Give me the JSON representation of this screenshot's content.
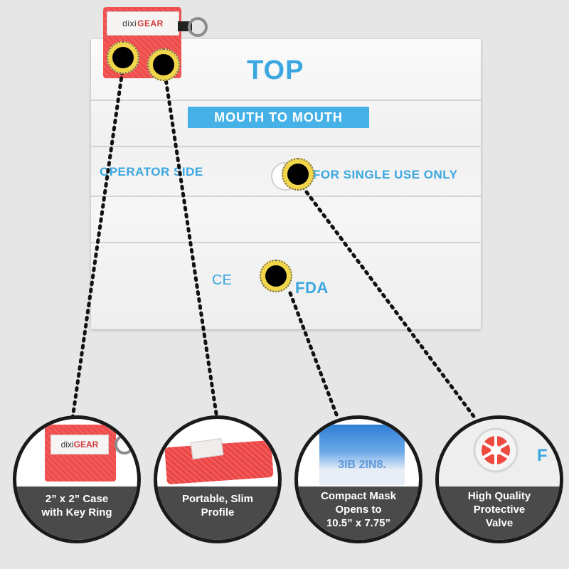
{
  "brand": {
    "name_part1": "dixi",
    "name_part2": "GEAR"
  },
  "sheet": {
    "top": "TOP",
    "mouth_to_mouth": "MOUTH TO MOUTH",
    "operator_side": "OPERATOR SIDE",
    "single_use": "FOR SINGLE USE ONLY",
    "ce": "CE",
    "fda": "FDA"
  },
  "features": [
    {
      "line1": "2” x 2” Case",
      "line2": "with Key Ring",
      "line3": ""
    },
    {
      "line1": "Portable, Slim",
      "line2": "Profile",
      "line3": ""
    },
    {
      "line1": "Compact Mask",
      "line2": "Opens to",
      "line3": "10.5” x 7.75”"
    },
    {
      "line1": "High Quality",
      "line2": "Protective",
      "line3": "Valve"
    }
  ],
  "thumbs": {
    "bag_text": "3IB 2IN8.",
    "valve_edge": "F"
  },
  "colors": {
    "accent_blue": "#3aa7e0",
    "marker_yellow": "#f1d64a",
    "band_gray": "#4a4a4a",
    "pouch_red": "#ee4b4b"
  }
}
